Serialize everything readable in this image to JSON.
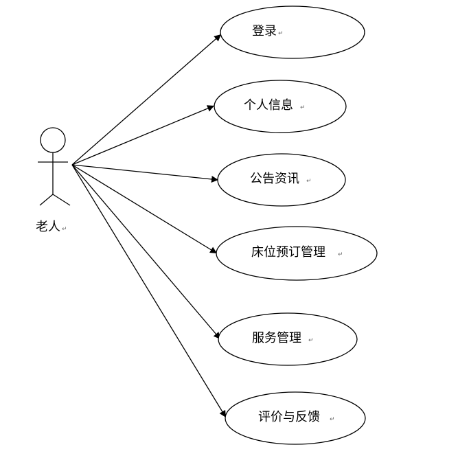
{
  "actor": {
    "label": "老人",
    "mark": "↵"
  },
  "use_cases": [
    {
      "label": "登录",
      "mark": "↵"
    },
    {
      "label": "个人信息",
      "mark": "↵"
    },
    {
      "label": "公告资讯",
      "mark": "↵"
    },
    {
      "label": "床位预订管理",
      "mark": "↵"
    },
    {
      "label": "服务管理",
      "mark": "↵"
    },
    {
      "label": "评价与反馈",
      "mark": "↵"
    }
  ],
  "colors": {
    "line": "#000000",
    "background": "#ffffff"
  }
}
